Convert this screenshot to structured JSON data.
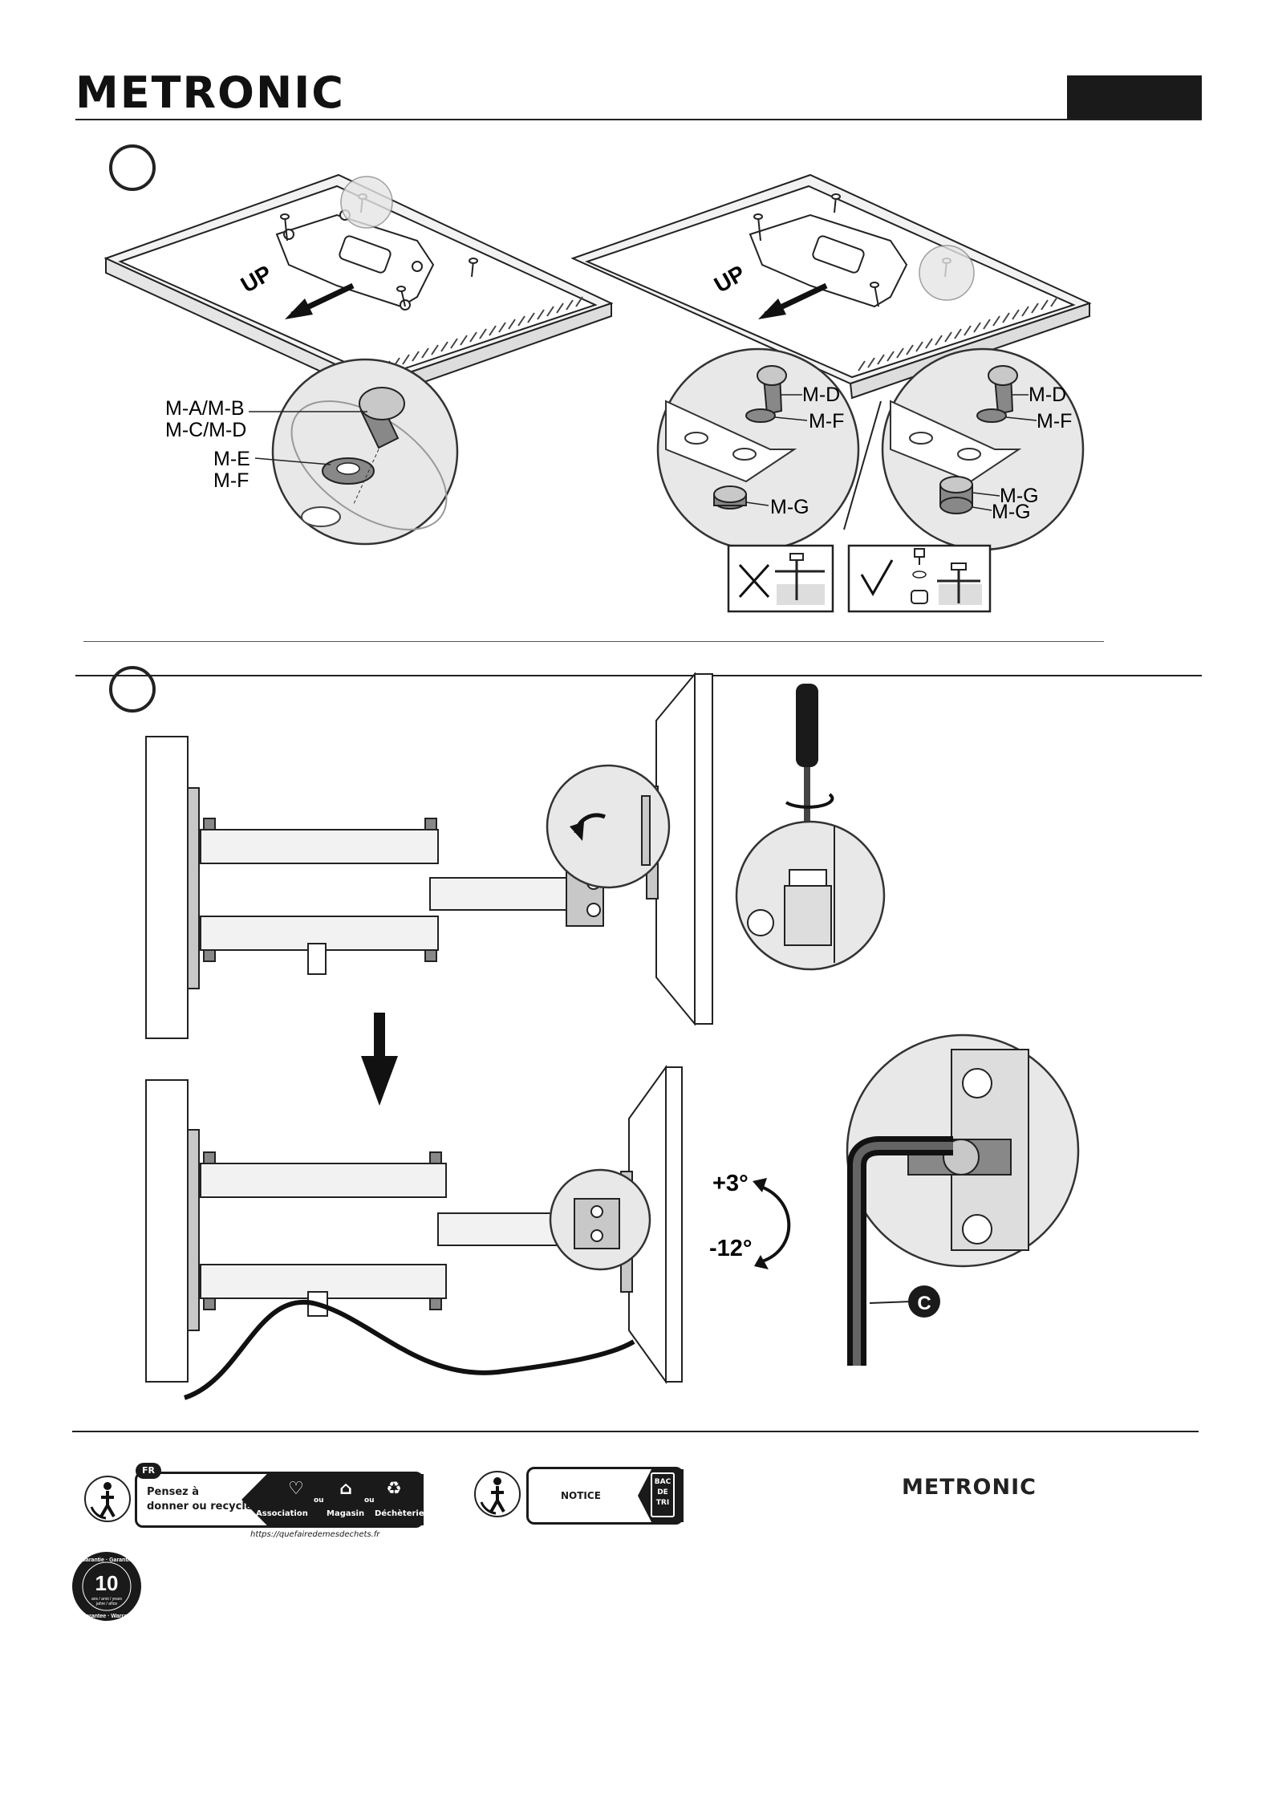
{
  "header": {
    "brand": "METRONIC"
  },
  "step1": {
    "labels": {
      "ma_mb": "M-A/M-B",
      "mc_md": "M-C/M-D",
      "me": "M-E",
      "mf": "M-F",
      "md": "M-D",
      "mf2": "M-F",
      "mg": "M-G",
      "md3": "M-D",
      "mf3": "M-F",
      "mg3a": "M-G",
      "mg3b": "M-G",
      "up": "UP"
    }
  },
  "step2": {
    "tilt_up": "+3°",
    "tilt_down": "-12°",
    "tool_label": "C"
  },
  "footer": {
    "triman1": {
      "country": "FR",
      "line1": "Pensez à",
      "line2": "donner ou recycler.",
      "opt1": "Association",
      "or1": "ou",
      "opt2": "Magasin",
      "or2": "ou",
      "opt3": "Déchèterie",
      "url": "https://quefairedemesdechets.fr"
    },
    "triman2": {
      "notice": "NOTICE",
      "bin_line1": "BAC",
      "bin_line2": "DE",
      "bin_line3": "TRI"
    },
    "brand": "METRONIC",
    "warranty": {
      "years": "10",
      "ring_top": "Garantie · Garantie",
      "ring_mid": "ans / anni / years",
      "ring_sub": "jahre / años",
      "ring_bottom": "Guarantee · Warranty"
    }
  }
}
